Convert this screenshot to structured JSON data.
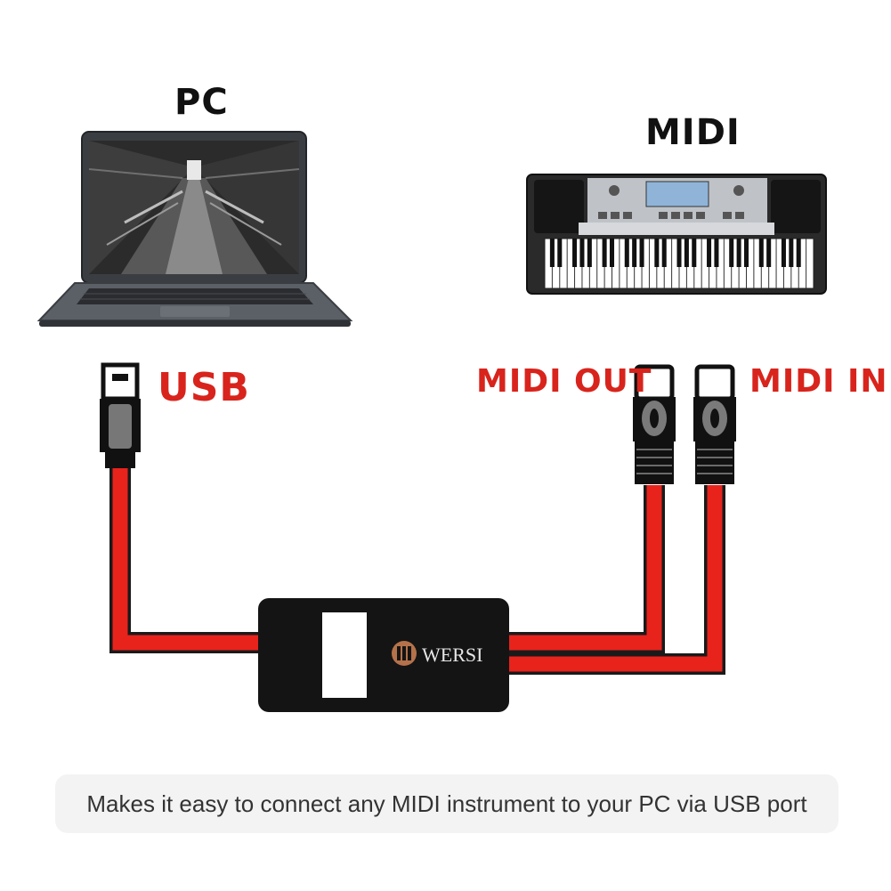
{
  "labels": {
    "pc": "PC",
    "midi": "MIDI",
    "usb": "USB",
    "midi_out": "MIDI OUT",
    "midi_in": "MIDI IN"
  },
  "interface_box": {
    "brand": "WERSI"
  },
  "caption": "Makes it easy to connect any MIDI instrument to your PC via USB port",
  "colors": {
    "cable_red": "#e8231c",
    "label_red": "#d8241c",
    "box_black": "#141414"
  },
  "icons": [
    "laptop-icon",
    "keyboard-instrument-icon",
    "usb-plug-icon",
    "midi-plug-icon",
    "piano-logo-icon"
  ]
}
